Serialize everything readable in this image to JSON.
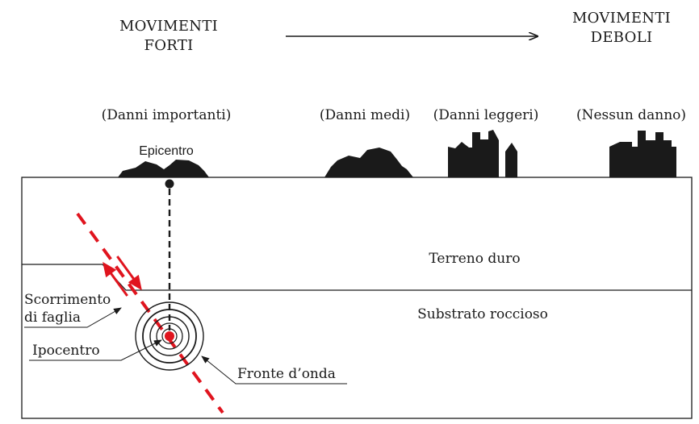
{
  "header": {
    "strong_line1": "MOVIMENTI",
    "strong_line2": "FORTI",
    "weak_line1": "MOVIMENTI",
    "weak_line2": "DEBOLI"
  },
  "damage_levels": {
    "major": "(Danni importanti)",
    "medium": "(Danni medi)",
    "light": "(Danni leggeri)",
    "none": "(Nessun danno)"
  },
  "labels": {
    "epicenter": "Epicentro",
    "hard_ground": "Terreno duro",
    "bedrock": "Substrato roccioso",
    "fault_slip_line1": "Scorrimento",
    "fault_slip_line2": "di faglia",
    "hypocenter": "Ipocentro",
    "wave_front": "Fronte d’onda"
  },
  "colors": {
    "ink": "#1a1a1a",
    "fault": "#e0141e",
    "background": "#ffffff"
  }
}
